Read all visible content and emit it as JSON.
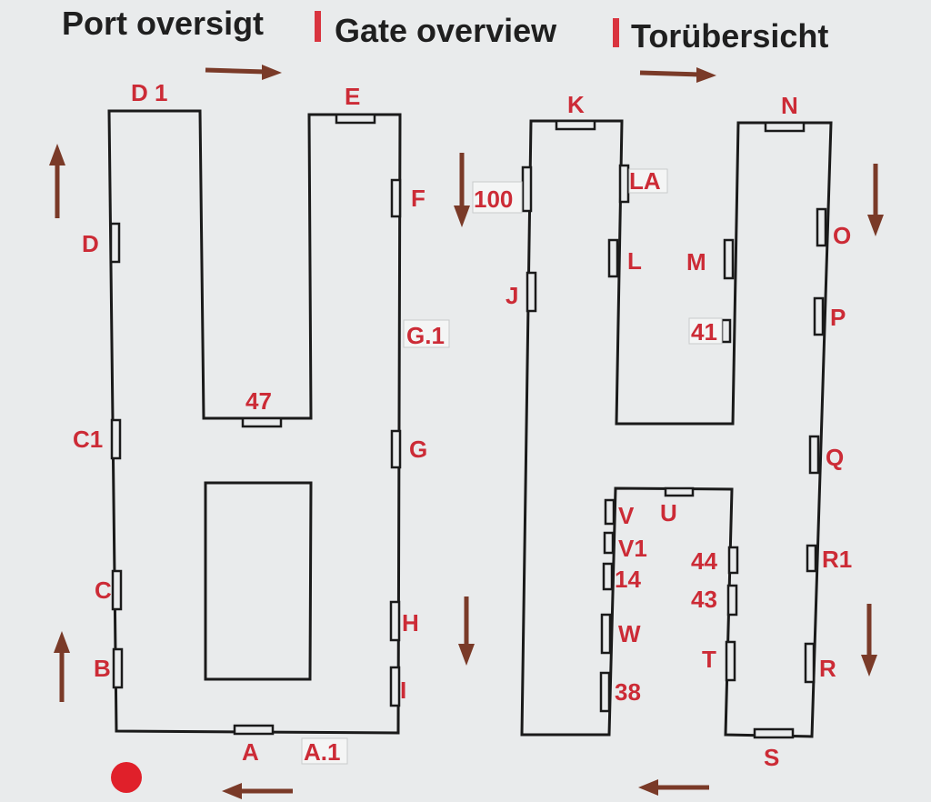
{
  "title": {
    "danish": "Port oversigt",
    "english": "Gate overview",
    "german": "Torübersicht"
  },
  "gates": {
    "d1": "D 1",
    "e": "E",
    "f": "F",
    "d": "D",
    "g1": "G.1",
    "n47": "47",
    "c1": "C1",
    "g": "G",
    "c": "C",
    "h": "H",
    "b": "B",
    "i": "I",
    "a": "A",
    "a1": "A.1",
    "k": "K",
    "la": "LA",
    "n100": "100",
    "l": "L",
    "j": "J",
    "n": "N",
    "o": "O",
    "m": "M",
    "p": "P",
    "n41": "41",
    "q": "Q",
    "u": "U",
    "v": "V",
    "v1": "V1",
    "n14": "14",
    "n44": "44",
    "n43": "43",
    "r1": "R1",
    "w": "W",
    "t": "T",
    "r": "R",
    "n38": "38",
    "s": "S"
  },
  "colors": {
    "background": "#e9ebec",
    "outline": "#1a1a1a",
    "gate_label": "#cc2b36",
    "arrow": "#7a3a28",
    "title_text": "#1f1f1f",
    "title_separator": "#d9343f",
    "marker_dot": "#e0202a"
  }
}
